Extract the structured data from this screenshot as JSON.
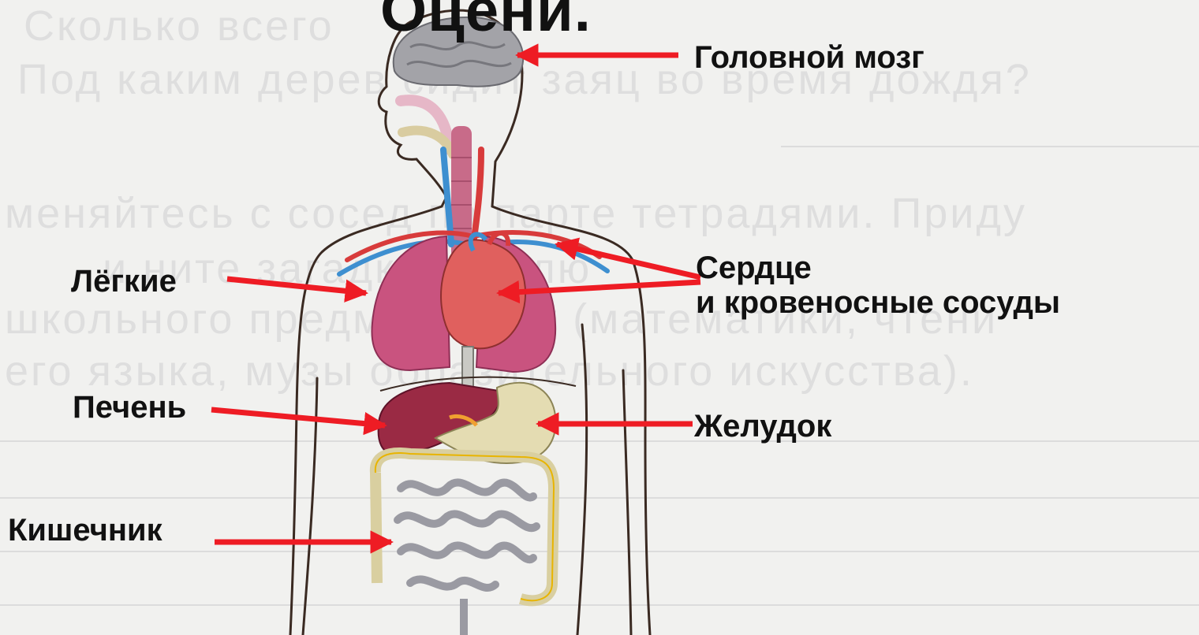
{
  "title": "Оцени.",
  "background_text": [
    "Сколько всего",
    "Под каким дерев     сидит заяц во время дождя?",
    "меняйтесь с сосед    по парте тетрадями. Приду",
    "и    ните    загадки для лю",
    "школьного предм     выбору (математики, чтени",
    "его языка, музы     образительного искусства)."
  ],
  "labels": {
    "brain": "Головной мозг",
    "lungs": "Лёгкие",
    "heart_line1": "Сердце",
    "heart_line2": "и кровеносные сосуды",
    "liver": "Печень",
    "stomach": "Желудок",
    "intestine": "Кишечник"
  },
  "colors": {
    "arrow": "#ee1c24",
    "lungs": "#c9537f",
    "heart": "#e0605e",
    "liver": "#9a2a44",
    "stomach": "#e4dcb2",
    "intestine": "#9a9aa2",
    "brain": "#a3a3a8",
    "vein": "#3e8fd0"
  }
}
